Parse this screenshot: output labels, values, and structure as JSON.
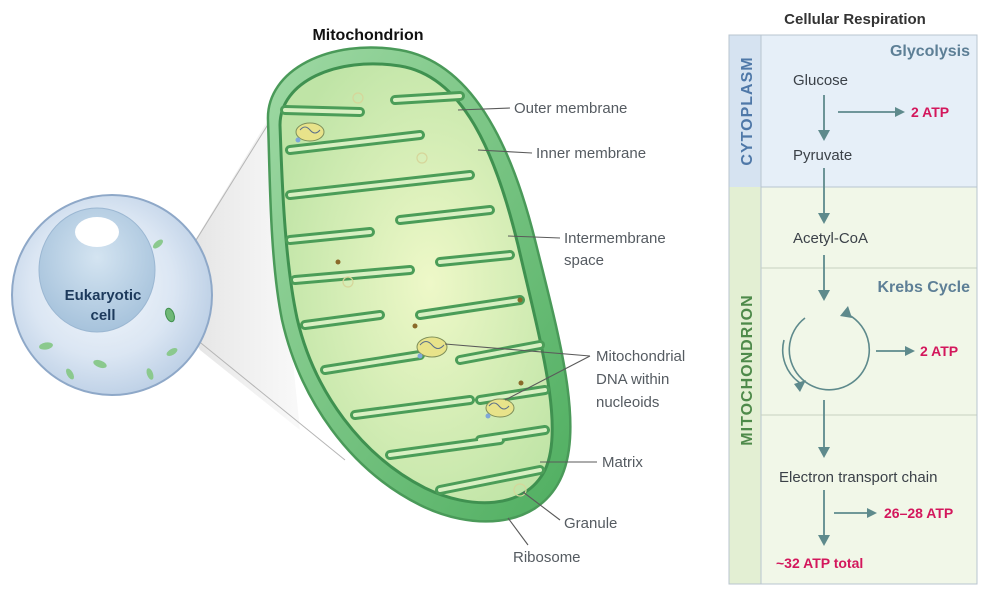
{
  "diagram_title": "Mitochondrion",
  "cell_label_line1": "Eukaryotic",
  "cell_label_line2": "cell",
  "labels": {
    "outer_membrane": "Outer membrane",
    "inner_membrane": "Inner membrane",
    "intermembrane_line1": "Intermembrane",
    "intermembrane_line2": "space",
    "dna_line1": "Mitochondrial",
    "dna_line2": "DNA within",
    "dna_line3": "nucleoids",
    "matrix": "Matrix",
    "granule": "Granule",
    "ribosome": "Ribosome"
  },
  "respiration": {
    "title": "Cellular Respiration",
    "cytoplasm_label": "CYTOPLASM",
    "mitochondrion_label": "MITOCHONDRION",
    "glycolysis": "Glycolysis",
    "krebs": "Krebs Cycle",
    "glucose": "Glucose",
    "pyruvate": "Pyruvate",
    "acetyl_coa": "Acetyl-CoA",
    "etc": "Electron transport chain",
    "atp_glycolysis": "2 ATP",
    "atp_krebs": "2 ATP",
    "atp_etc": "26–28 ATP",
    "atp_total": "~32 ATP total"
  },
  "colors": {
    "cytoplasm_panel": "#e6eff8",
    "mito_panel": "#f1f7e8",
    "atp": "#d3175c",
    "flow_arrow": "#5e8a8c",
    "mito_green": "#6dbf78"
  }
}
